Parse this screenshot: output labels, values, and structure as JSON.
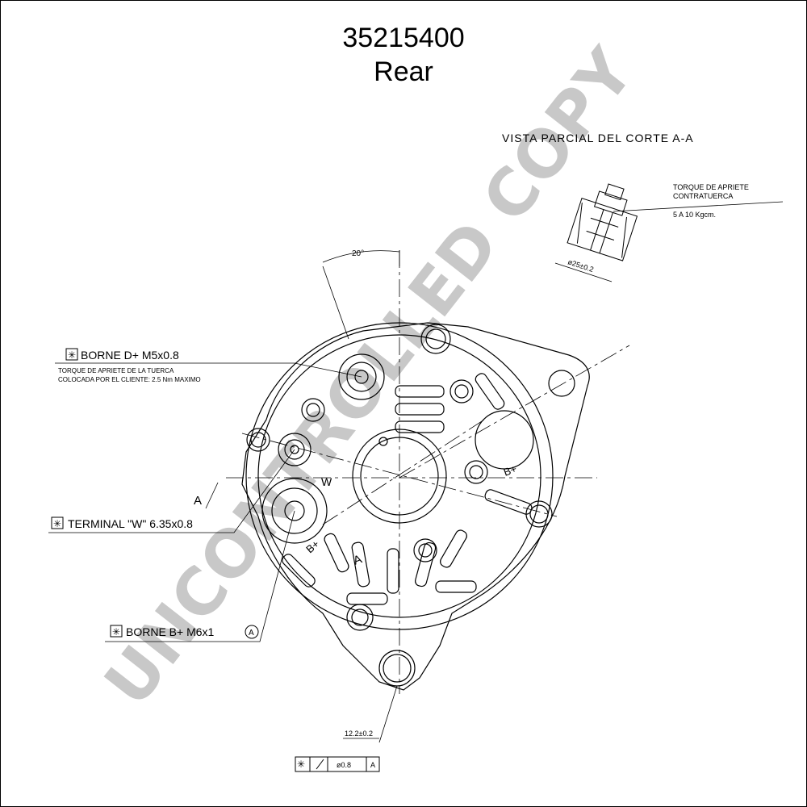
{
  "drawing": {
    "part_number": "35215400",
    "view_name": "Rear",
    "watermark": "UNCONTROLLED COPY"
  },
  "section_view": {
    "title": "VISTA PARCIAL DEL CORTE A-A",
    "note_line1": "TORQUE DE APRIETE",
    "note_line2": "CONTRATUERCA",
    "note_value": "5 A 10 Kgcm.",
    "diameter": "ø25±0.2"
  },
  "angle_label": "20°",
  "callouts": {
    "borne_d_plus": "BORNE D+ M5x0.8",
    "torque_line1": "TORQUE DE APRIETE DE LA TUERCA",
    "torque_line2": "COLOCADA POR EL CLIENTE: 2.5 Nm MAXIMO",
    "terminal_w": "TERMINAL \"W\" 6.35x0.8",
    "borne_b_plus": "BORNE B+ M6x1",
    "circle_mark": "A",
    "star_symbol": "✳"
  },
  "markers": {
    "section_a_left": "A",
    "section_a_right": "A",
    "w_label": "W",
    "b_plus_right": "B+",
    "b_plus_left": "B+"
  },
  "dimension": {
    "value": "12.2±0.2",
    "frame_diameter": "ø0.8",
    "frame_datum": "A"
  },
  "colors": {
    "line": "#000000",
    "watermark": "#c8c8c8"
  }
}
